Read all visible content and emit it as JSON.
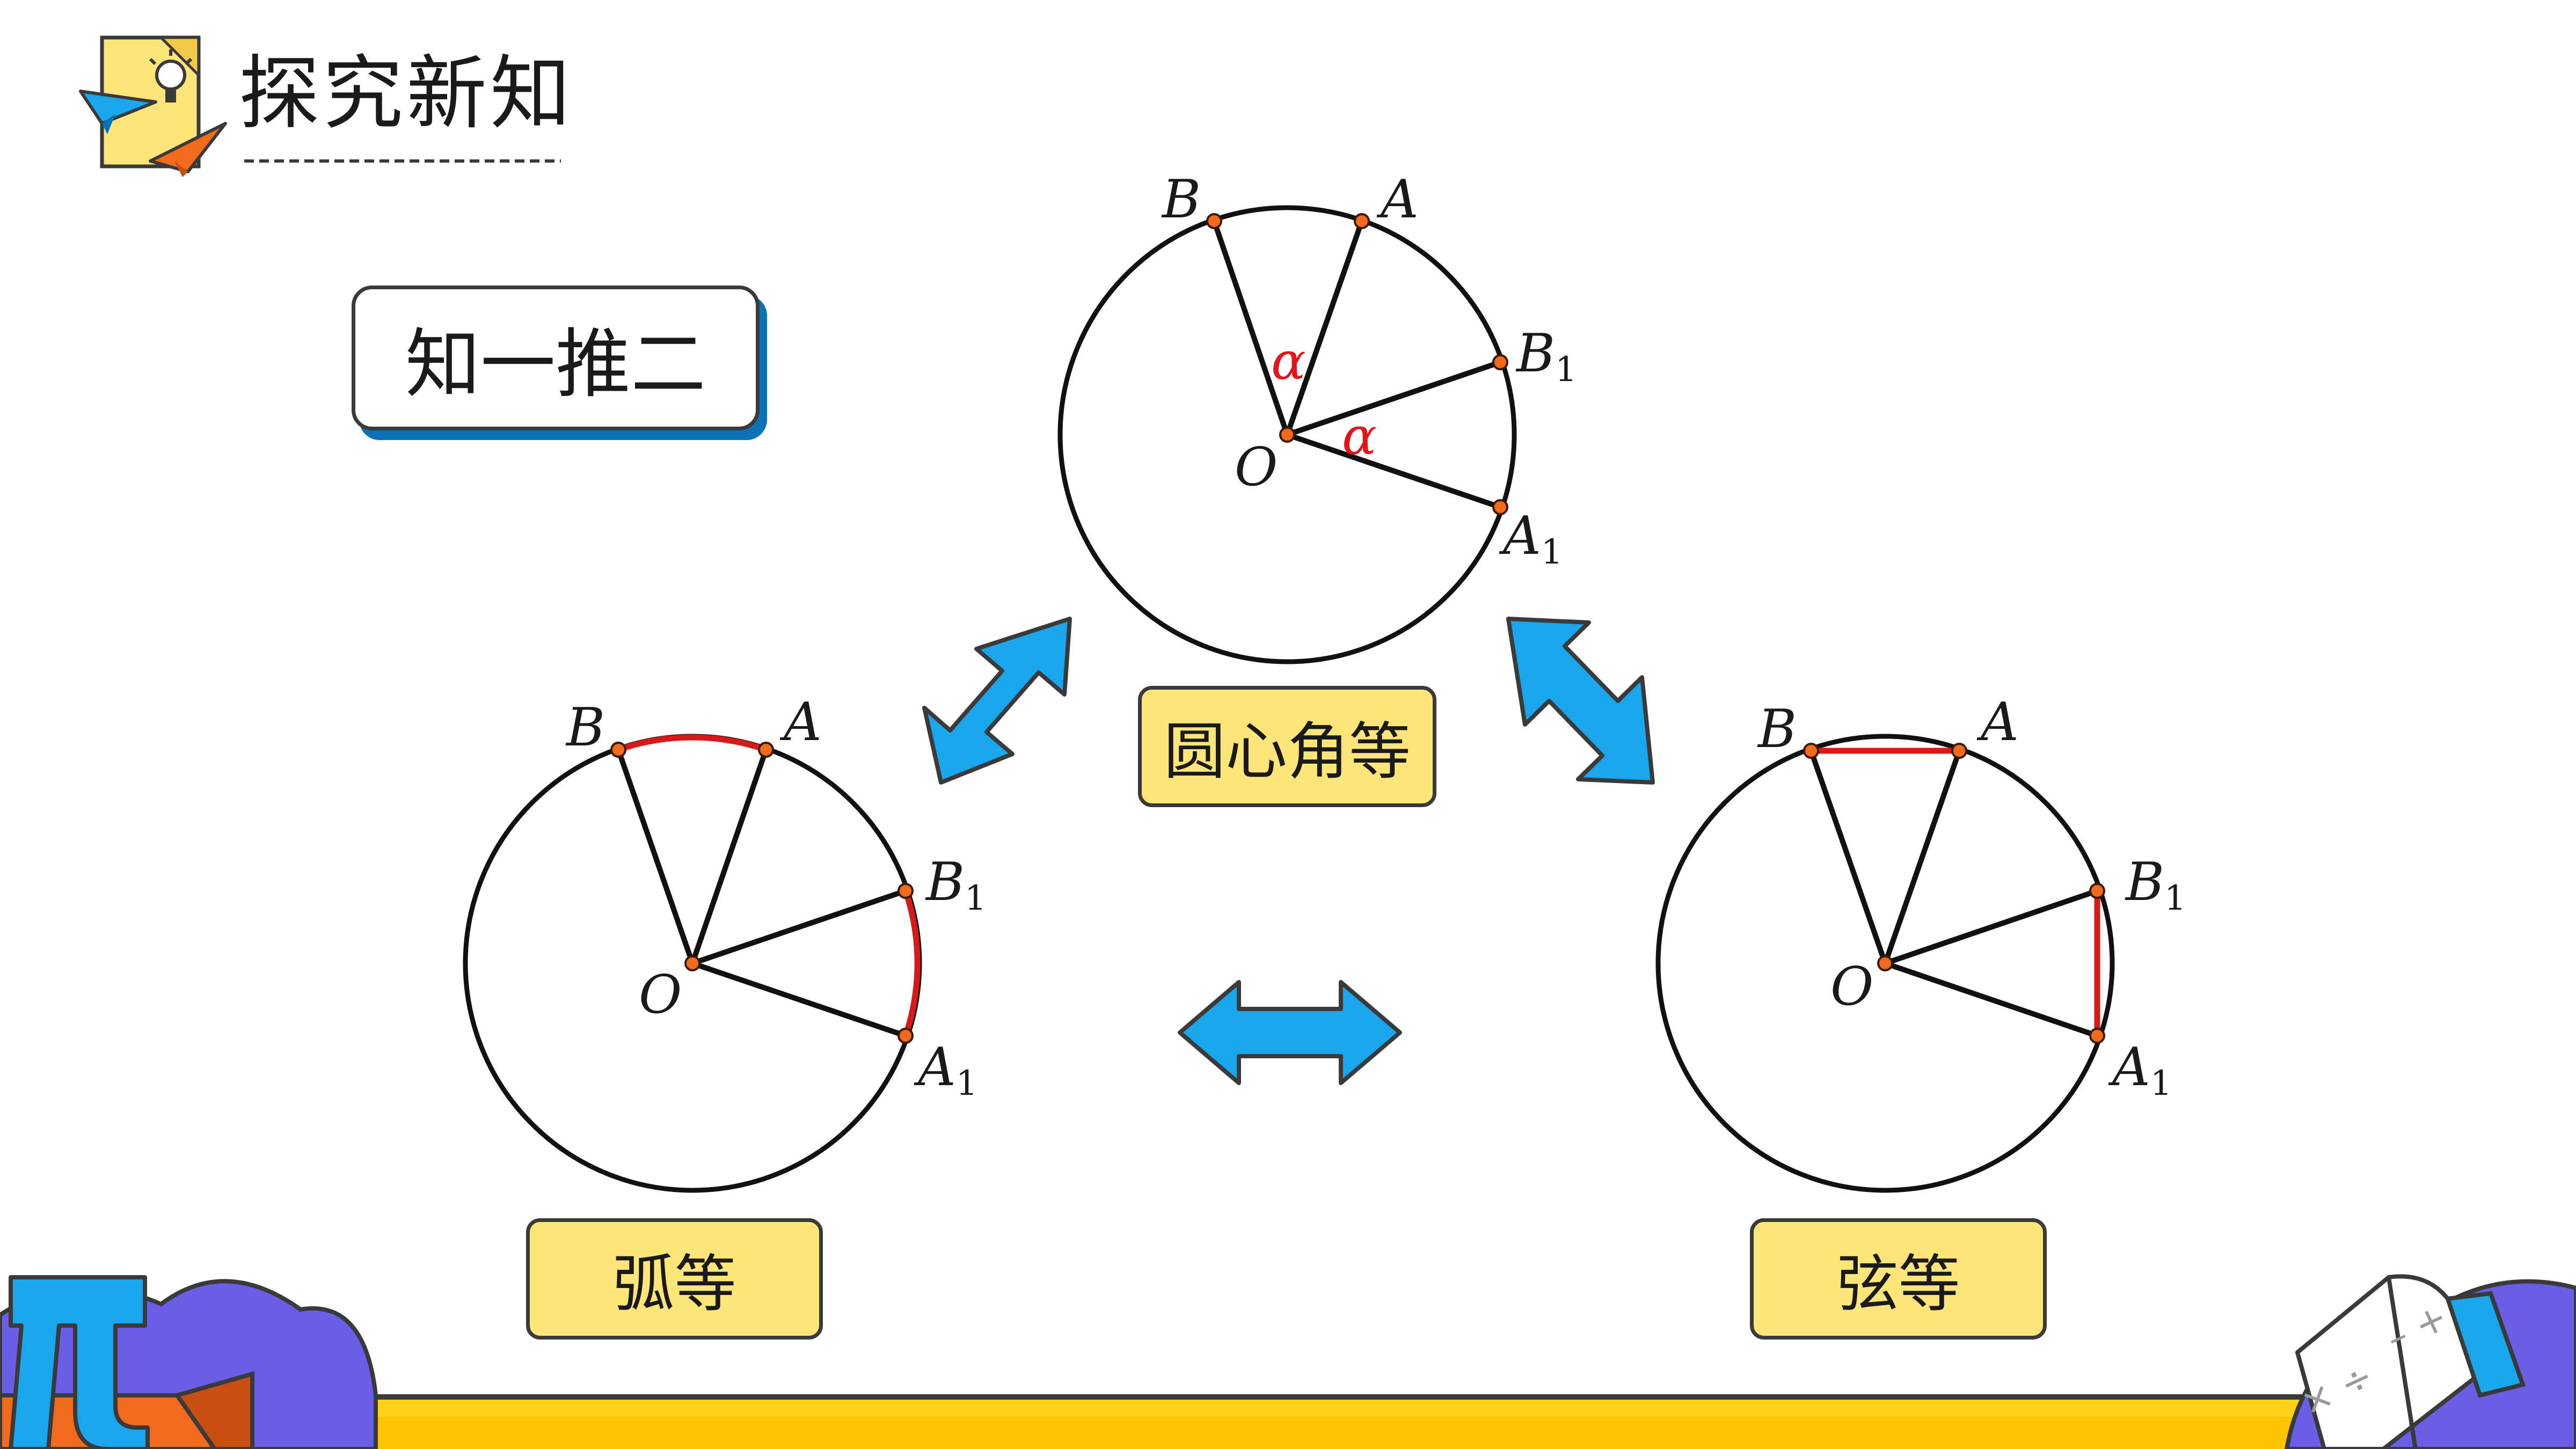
{
  "header": {
    "title": "探究新知"
  },
  "callout": {
    "label": "知一推二"
  },
  "tags": {
    "central_angle": "圆心角等",
    "arc": "弧等",
    "chord": "弦等"
  },
  "points": {
    "center": "O",
    "b": "B",
    "a": "A",
    "b1_base": "B",
    "a1_base": "A",
    "sub": "1"
  },
  "angle_symbol": "α",
  "colors": {
    "accent_red": "#e0161b",
    "arrow_blue": "#1aa6ec",
    "tag_yellow": "#fde57a",
    "footer_yellow": "#ffd21a",
    "decor_purple": "#6b5ee6"
  },
  "icons": {
    "header": "lightbulb-paper-planes-icon",
    "bottom_left": "pi-symbol-icon",
    "bottom_right": "math-book-icon"
  }
}
